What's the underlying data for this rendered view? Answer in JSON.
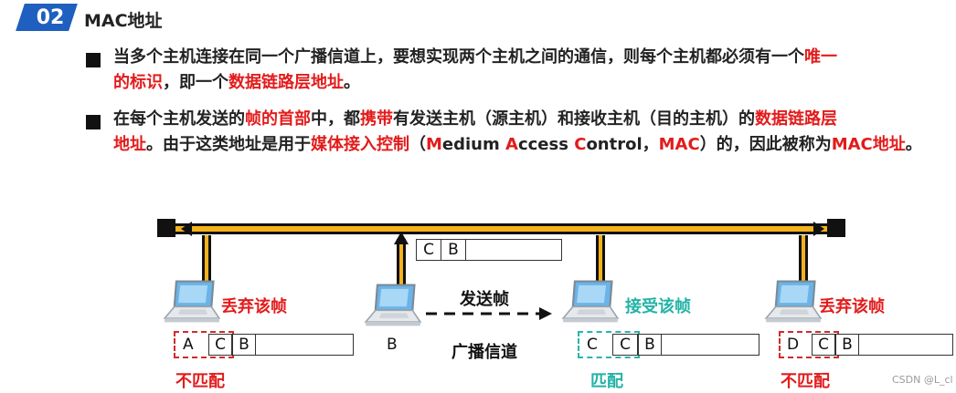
{
  "header": {
    "badge": "02",
    "title": "MAC地址"
  },
  "bullet1": {
    "p1": "当多个主机连接在同一个广播信道上，要想实现两个主机之间的通信，则每个主机都必须有一个",
    "r1": "唯一",
    "r2": "的标识",
    "p2": "，即一个",
    "r3": "数据链路层地址",
    "p3": "。"
  },
  "bullet2": {
    "a": "在每个主机发送的",
    "b": "帧的首部",
    "c": "中，都",
    "d": "携带",
    "e": "有发送主机（源主机）和接收主机（目的主机）的",
    "f": "数据链路层",
    "g": "地址",
    "h": "。由于这类地址是用于",
    "i": "媒体接入控制",
    "j": "（",
    "k1": "M",
    "k2": "edium ",
    "k3": "A",
    "k4": "ccess ",
    "k5": "C",
    "k6": "ontrol，",
    "l": "MAC",
    "m": "）的，因此被称为",
    "n": "MAC地址",
    "o": "。"
  },
  "diagram": {
    "sent_frame": [
      "C",
      "B"
    ],
    "send_label": "发送帧",
    "channel_label": "广播信道",
    "sender_label": "B",
    "hosts": [
      {
        "status": "丢弃该帧",
        "address": "A",
        "frame": [
          "C",
          "B"
        ],
        "match": "不匹配",
        "status_color": "#e31b1b"
      },
      {
        "status": "接受该帧",
        "address": "C",
        "frame": [
          "C",
          "B"
        ],
        "match": "匹配",
        "status_color": "#23b3a6"
      },
      {
        "status": "丢弃该帧",
        "address": "D",
        "frame": [
          "C",
          "B"
        ],
        "match": "不匹配",
        "status_color": "#e31b1b"
      }
    ]
  },
  "watermark": "CSDN @L_cl",
  "colors": {
    "bus": "#f3b21b",
    "badge": "#1f5fbf",
    "red": "#e31b1b",
    "teal": "#23b3a6"
  }
}
